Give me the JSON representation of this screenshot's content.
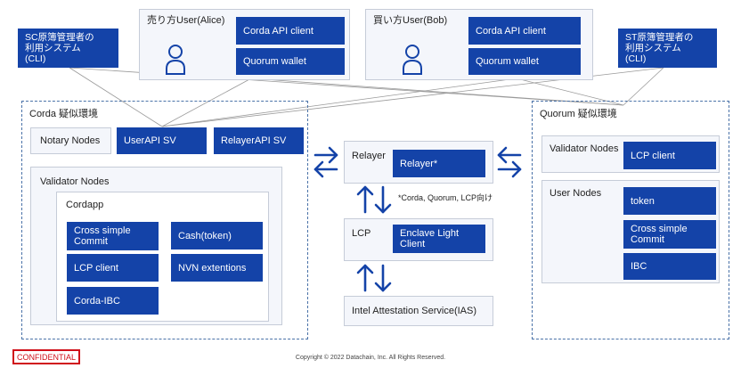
{
  "sc_system": {
    "label": "SC原簿管理者の\n利用システム\n(CLI)"
  },
  "st_system": {
    "label": "ST原簿管理者の\n利用システム\n(CLI)"
  },
  "alice": {
    "label": "売り方User(Alice)",
    "corda_client": "Corda API client",
    "quorum_wallet": "Quorum wallet"
  },
  "bob": {
    "label": "買い方User(Bob)",
    "corda_client": "Corda API client",
    "quorum_wallet": "Quorum wallet"
  },
  "corda_env": {
    "label": "Corda 疑似環境",
    "notary": "Notary Nodes",
    "userapi": "UserAPI SV",
    "relayerapi": "RelayerAPI SV",
    "validator": "Validator Nodes",
    "cordapp": "Cordapp",
    "items": [
      "Cross simple\nCommit",
      "Cash(token)",
      "LCP client",
      "NVN extentions",
      "Corda-IBC"
    ]
  },
  "relayer": {
    "label": "Relayer",
    "inner": "Relayer*"
  },
  "note": "*Corda, Quorum, LCP向け",
  "lcp": {
    "label": "LCP",
    "inner": "Enclave Light\nClient"
  },
  "ias": {
    "label": "Intel Attestation Service(IAS)"
  },
  "quorum_env": {
    "label": "Quorum 疑似環境",
    "validator": "Validator Nodes",
    "lcp_client": "LCP client",
    "user_nodes": "User Nodes",
    "items": [
      "token",
      "Cross simple\nCommit",
      "IBC"
    ]
  },
  "footer": {
    "confidential": "CONFIDENTIAL",
    "copyright": "Copyright © 2022 Datachain, Inc.  All Rights Reserved."
  },
  "colors": {
    "accent": "#1443a8",
    "confidential": "#d0101a"
  }
}
